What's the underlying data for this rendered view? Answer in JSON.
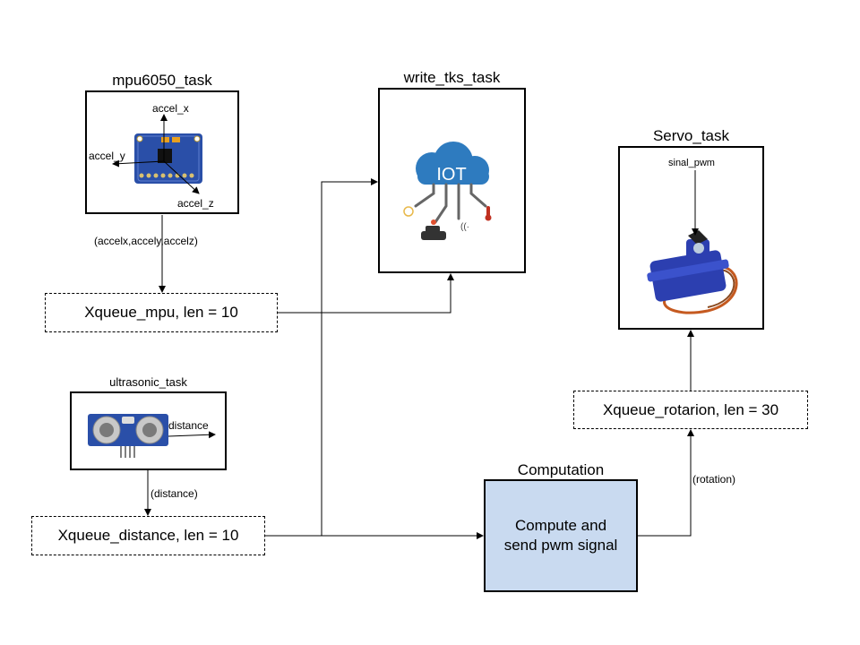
{
  "mpu_task": {
    "title": "mpu6050_task",
    "axis_x": "accel_x",
    "axis_y": "accel_y",
    "axis_z": "accel_z",
    "output_label": "(accelx,accely,accelz)"
  },
  "queue_mpu": {
    "label": "Xqueue_mpu, len = 10"
  },
  "ultrasonic_task": {
    "title": "ultrasonic_task",
    "output": "distance",
    "output_label": "(distance)"
  },
  "queue_distance": {
    "label": "Xqueue_distance, len = 10"
  },
  "write_task": {
    "title": "write_tks_task",
    "cloud_text": "IOT"
  },
  "servo_task": {
    "title": "Servo_task",
    "input": "sinal_pwm"
  },
  "queue_rotation": {
    "label": "Xqueue_rotarion, len = 30"
  },
  "computation": {
    "title": "Computation",
    "line1": "Compute and",
    "line2": "send pwm signal",
    "output_label": "(rotation)"
  },
  "colors": {
    "computation_fill": "#c9daf0",
    "sensor_board": "#2a4fa8",
    "cloud": "#2e7bbf",
    "servo_body": "#2c3fb0"
  }
}
